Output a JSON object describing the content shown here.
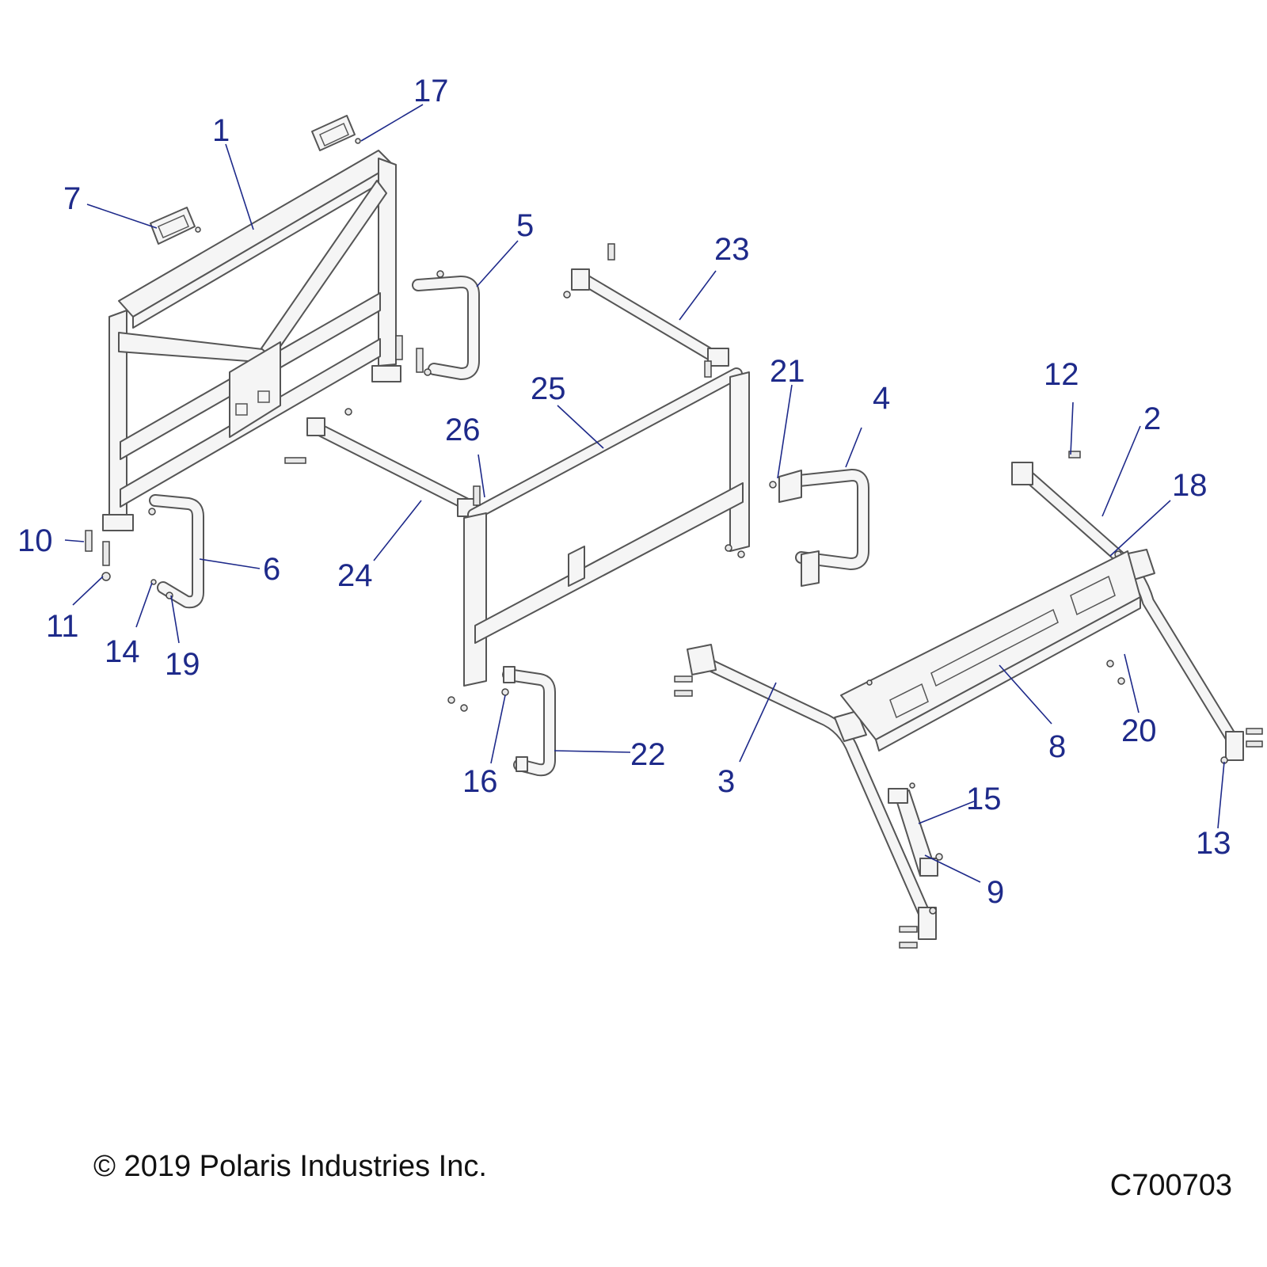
{
  "diagram": {
    "callouts": [
      {
        "id": "callout-1",
        "label": "1"
      },
      {
        "id": "callout-2",
        "label": "2"
      },
      {
        "id": "callout-3",
        "label": "3"
      },
      {
        "id": "callout-4",
        "label": "4"
      },
      {
        "id": "callout-5",
        "label": "5"
      },
      {
        "id": "callout-6",
        "label": "6"
      },
      {
        "id": "callout-7",
        "label": "7"
      },
      {
        "id": "callout-8",
        "label": "8"
      },
      {
        "id": "callout-9",
        "label": "9"
      },
      {
        "id": "callout-10",
        "label": "10"
      },
      {
        "id": "callout-11",
        "label": "11"
      },
      {
        "id": "callout-12",
        "label": "12"
      },
      {
        "id": "callout-13",
        "label": "13"
      },
      {
        "id": "callout-14",
        "label": "14"
      },
      {
        "id": "callout-15",
        "label": "15"
      },
      {
        "id": "callout-16",
        "label": "16"
      },
      {
        "id": "callout-17",
        "label": "17"
      },
      {
        "id": "callout-18",
        "label": "18"
      },
      {
        "id": "callout-19",
        "label": "19"
      },
      {
        "id": "callout-20",
        "label": "20"
      },
      {
        "id": "callout-21",
        "label": "21"
      },
      {
        "id": "callout-22",
        "label": "22"
      },
      {
        "id": "callout-23",
        "label": "23"
      },
      {
        "id": "callout-24",
        "label": "24"
      },
      {
        "id": "callout-25",
        "label": "25"
      },
      {
        "id": "callout-26",
        "label": "26"
      }
    ]
  },
  "footer": {
    "copyright": "© 2019 Polaris Industries Inc.",
    "diagram_code": "C700703"
  }
}
